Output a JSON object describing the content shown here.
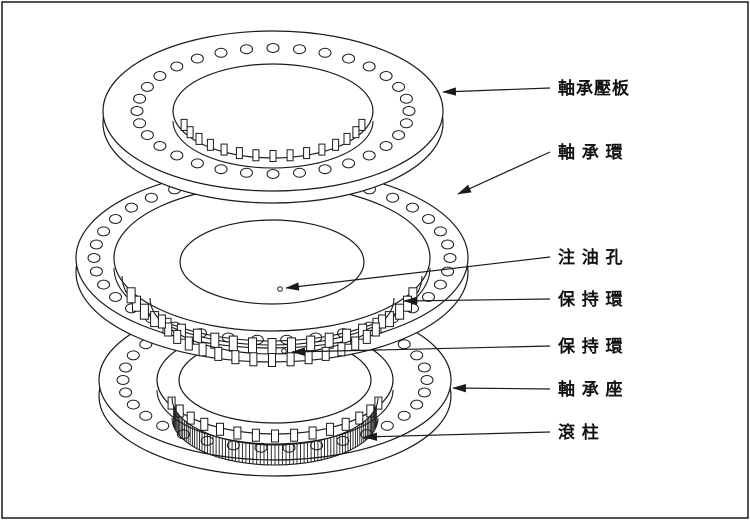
{
  "diagram": {
    "labels": [
      {
        "id": "bearing-pressure-plate",
        "text": "軸承壓板"
      },
      {
        "id": "bearing-ring",
        "text": "軸 承 環"
      },
      {
        "id": "oil-injection-hole",
        "text": "注 油 孔"
      },
      {
        "id": "retainer-ring-upper",
        "text": "保 持 環"
      },
      {
        "id": "retainer-ring-lower",
        "text": "保 持 環"
      },
      {
        "id": "bearing-seat",
        "text": "軸 承 座"
      },
      {
        "id": "roller",
        "text": "滾  柱"
      }
    ],
    "colors": {
      "line": "#1a1a1a",
      "background": "#ffffff"
    }
  }
}
